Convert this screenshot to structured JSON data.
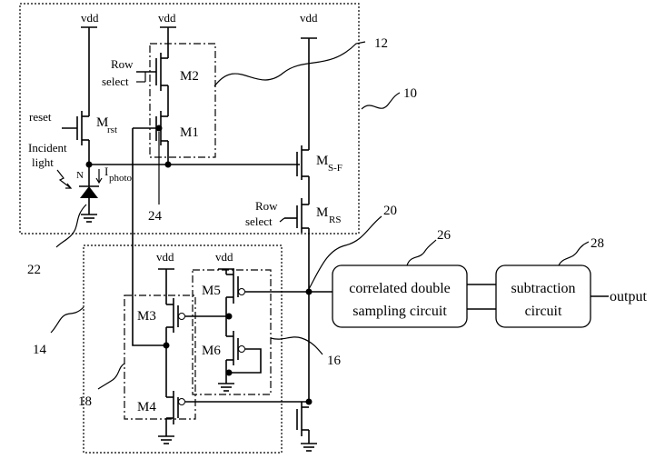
{
  "supply_label": "vdd",
  "labels": {
    "row_select": [
      "Row",
      "select"
    ],
    "reset": "reset",
    "incident_light": [
      "Incident",
      "light"
    ],
    "node_n": "N",
    "iphoto": {
      "main": "I",
      "sub": "photo"
    },
    "output": "output"
  },
  "transistors": {
    "m1": "M1",
    "m2": "M2",
    "m3": "M3",
    "m4": "M4",
    "m5": "M5",
    "m6": "M6",
    "mrst": {
      "main": "M",
      "sub": "rst"
    },
    "msf": {
      "main": "M",
      "sub": "S-F"
    },
    "mrs": {
      "main": "M",
      "sub": "RS"
    }
  },
  "blocks": {
    "cds": [
      "correlated double",
      "sampling circuit"
    ],
    "subtraction": [
      "subtraction",
      "circuit"
    ]
  },
  "refs": {
    "r10": "10",
    "r12": "12",
    "r14": "14",
    "r16": "16",
    "r18": "18",
    "r20": "20",
    "r22": "22",
    "r24": "24",
    "r26": "26",
    "r28": "28"
  }
}
